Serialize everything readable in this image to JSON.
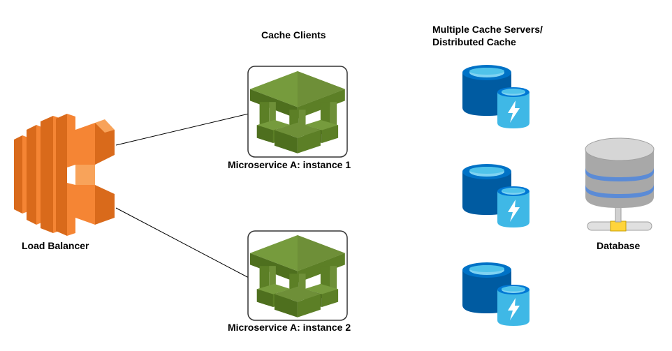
{
  "headers": {
    "cache_clients": "Cache Clients",
    "cache_servers_line1": "Multiple Cache Servers/",
    "cache_servers_line2": "Distributed Cache"
  },
  "nodes": {
    "load_balancer": {
      "label": "Load Balancer",
      "icon": "load-balancer-icon",
      "color": "#F58534"
    },
    "instance_1": {
      "label": "Microservice A: instance 1",
      "icon": "microservice-icon",
      "color": "#6B8E23"
    },
    "instance_2": {
      "label": "Microservice A: instance 2",
      "icon": "microservice-icon",
      "color": "#6B8E23"
    },
    "cache_servers": {
      "icon": "cache-server-icon",
      "count": 3,
      "color": "#0072C6"
    },
    "database": {
      "label": "Database",
      "icon": "database-icon",
      "color": "#9E9E9E"
    }
  },
  "edges": [
    {
      "from": "load_balancer",
      "to": "instance_1"
    },
    {
      "from": "load_balancer",
      "to": "instance_2"
    }
  ]
}
